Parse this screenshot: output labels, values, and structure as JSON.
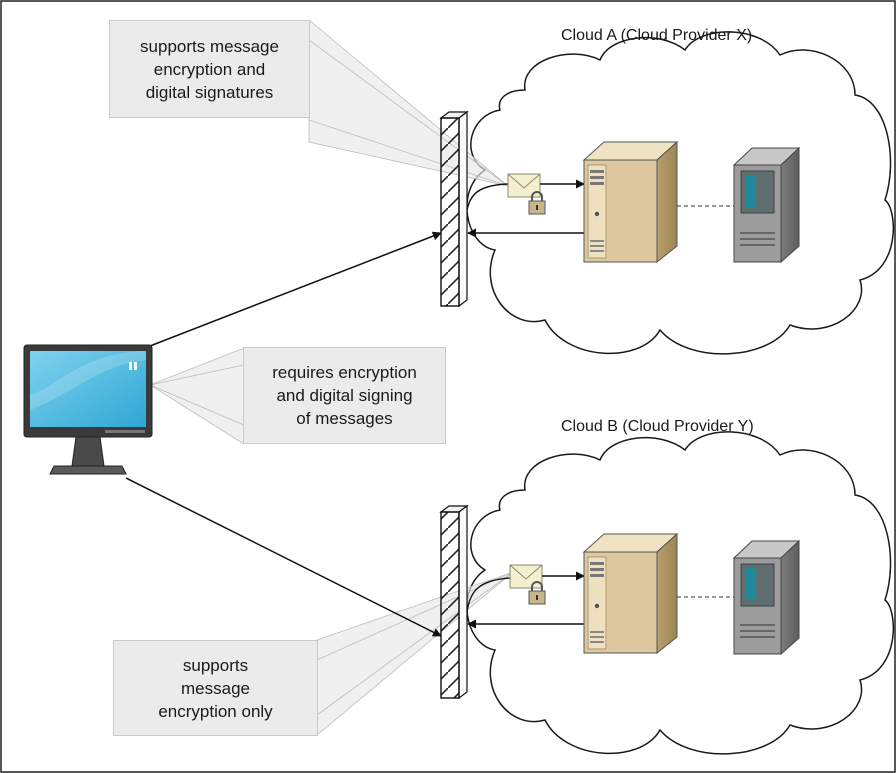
{
  "clouds": [
    {
      "title": "Cloud A (Cloud Provider X)"
    },
    {
      "title": "Cloud B (Cloud Provider Y)"
    }
  ],
  "callouts": {
    "cloud_a_policy": [
      "supports message",
      "encryption and",
      "digital signatures"
    ],
    "client_policy": [
      "requires encryption",
      "and digital signing",
      "of messages"
    ],
    "cloud_b_policy": [
      "supports",
      "message",
      "encryption only"
    ]
  },
  "icons": [
    "monitor-icon",
    "firewall-icon",
    "envelope-icon",
    "lock-icon",
    "server-icon",
    "storage-server-icon"
  ],
  "colors": {
    "callout_fill": "#ebebeb",
    "server_front": "#d9c49a",
    "storage_server": "#9a9a9a",
    "screen": "#46b8dd",
    "envelope": "#f3efcf"
  }
}
